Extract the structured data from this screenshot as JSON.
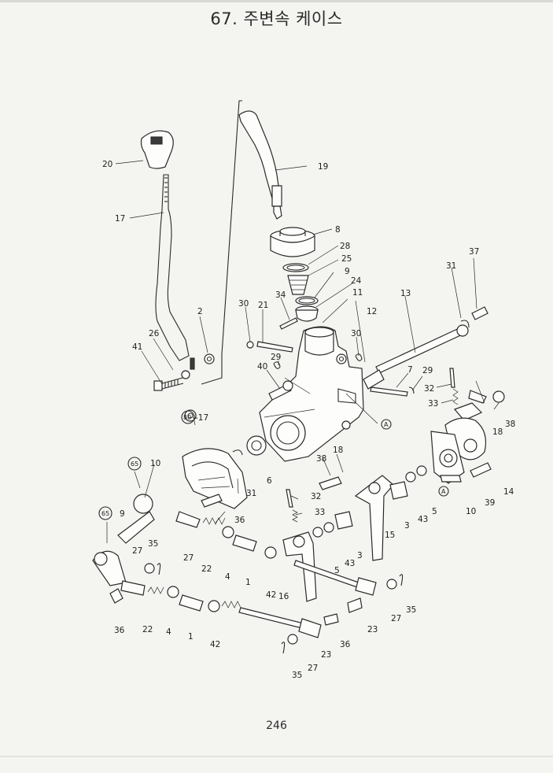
{
  "title": "67. 주변속 케이스",
  "page_number": "246",
  "callouts": {
    "c20": "20",
    "c17": "17",
    "c19": "19",
    "c8": "8",
    "c28": "28",
    "c25": "25",
    "c9a": "9",
    "c24": "24",
    "c34": "34",
    "c11": "11",
    "c13": "13",
    "c31a": "31",
    "c37": "37",
    "c30a": "30",
    "c21": "21",
    "c12": "12",
    "c2": "2",
    "c26": "26",
    "c41": "41",
    "c30b": "30",
    "c29a": "29",
    "c7": "7",
    "c29b": "29",
    "c32a": "32",
    "c40": "40",
    "c33a": "33",
    "c38a": "38",
    "c18a": "18",
    "c80": "80",
    "c17b": "-17",
    "cA1": "A",
    "c65a": "65",
    "c10a": "10",
    "c6": "6",
    "c38b": "38",
    "c18b": "18",
    "c31b": "31",
    "c32b": "32",
    "c33b": "33",
    "c36a": "36",
    "c65b": "65",
    "c9b": "9",
    "c27a": "27",
    "c35a": "35",
    "c22a": "22",
    "c4a": "4",
    "c1a": "1",
    "c42a": "42",
    "c16": "16",
    "c5a": "5",
    "c43a": "43",
    "c3a": "3",
    "c3b": "3",
    "c15": "15",
    "c43b": "43",
    "c5b": "5",
    "cA2": "A",
    "c10b": "10",
    "c39": "39",
    "c14": "14",
    "c36b": "36",
    "c22b": "22",
    "c4b": "4",
    "c1b": "1",
    "c42b": "42",
    "c23a": "23",
    "c27b": "27",
    "c35b": "35",
    "c23b": "23",
    "c36c": "36",
    "c35c": "35",
    "c27c": "27"
  },
  "colors": {
    "ink": "#2a2a2a",
    "paper": "#f4f4f1"
  }
}
